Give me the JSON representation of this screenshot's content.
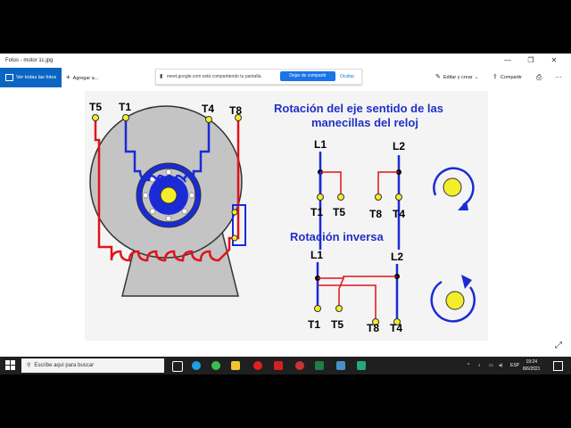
{
  "window": {
    "title": "Fotos - motor 1c.jpg",
    "min": "—",
    "max": "❐",
    "close": "✕"
  },
  "toolbar": {
    "view_all": "Ver todas las fotos",
    "add_to": "Agregar a...",
    "edit_create": "Editar y crear",
    "share": "Compartir"
  },
  "share_banner": {
    "message": "meet.google.com está compartiendo tu pantalla.",
    "stop_button": "Dejar de compartir",
    "hide_button": "Ocultar"
  },
  "diagram": {
    "left_terminals": [
      "T5",
      "T1",
      "T4",
      "T8"
    ],
    "title_cw_line1": "Rotación del eje sentido de las",
    "title_cw_line2": "manecillas del reloj",
    "cw_lines": [
      "L1",
      "L2"
    ],
    "cw_terminals": [
      "T1",
      "T5",
      "T8",
      "T4"
    ],
    "title_ccw": "Rotación inversa",
    "ccw_lines": [
      "L1",
      "L2"
    ],
    "ccw_terminals": [
      "T1",
      "T5",
      "T8",
      "T4"
    ],
    "colors": {
      "blue": "#1a2bd6",
      "red": "#e0121b",
      "yellow": "#f4ee2a",
      "gray": "#c4c4c4",
      "title_blue": "#2030c8"
    }
  },
  "taskbar": {
    "search_placeholder": "Escribe aquí para buscar",
    "language": "ESP",
    "time": "19:24",
    "date": "8/6/2021"
  }
}
